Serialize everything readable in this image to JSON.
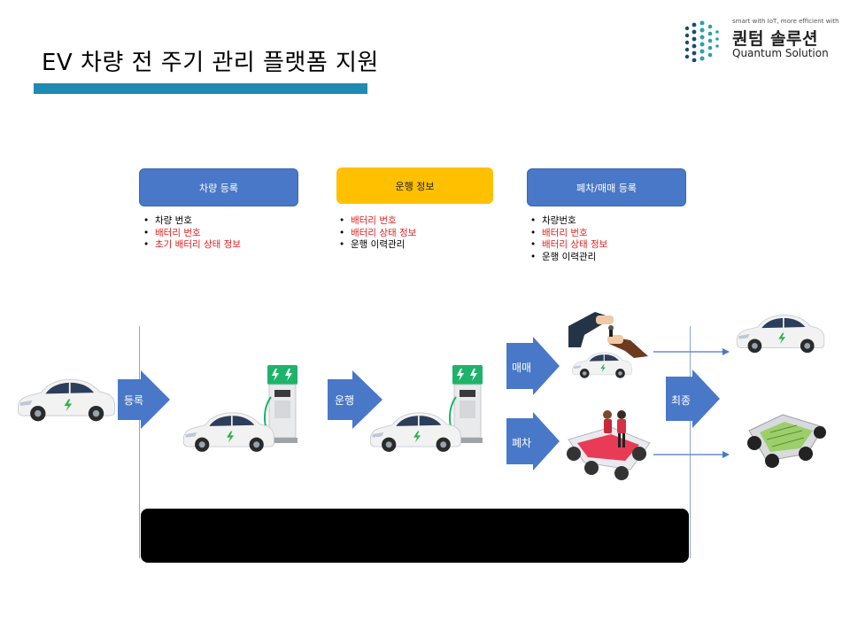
{
  "slide": {
    "title": "EV 차량 전 주기 관리 플랫폼 지원"
  },
  "logo": {
    "tagline": "smart with IoT, more efficient with",
    "name_ko": "퀀텀 솔루션",
    "name_en": "Quantum Solution",
    "colors": {
      "dark": "#1a4c6e",
      "teal": "#2aa2a8"
    }
  },
  "stages": [
    {
      "label": "차량 등록",
      "color": "#4a78c8",
      "bullets": [
        {
          "text": "차량 번호",
          "highlight": false
        },
        {
          "text": "배터리 번호",
          "highlight": true
        },
        {
          "text": "초기 배터리 상태 정보",
          "highlight": true
        }
      ]
    },
    {
      "label": "운행 정보",
      "color": "#ffc000",
      "bullets": [
        {
          "text": "배터리 번호",
          "highlight": true
        },
        {
          "text": "배터리 상태 정보",
          "highlight": true
        },
        {
          "text": "운행 이력관리",
          "highlight": false
        }
      ]
    },
    {
      "label": "폐차/매매 등록",
      "color": "#4a78c8",
      "bullets": [
        {
          "text": "차량번호",
          "highlight": false
        },
        {
          "text": "배터리 번호",
          "highlight": true
        },
        {
          "text": "배터리 상태 정보",
          "highlight": true
        },
        {
          "text": "운행 이력관리",
          "highlight": false
        }
      ]
    }
  ],
  "flow": {
    "register_label": "등록",
    "drive_label": "운행",
    "sale_label": "매매",
    "scrap_label": "폐차",
    "final_label": "최종"
  },
  "colors": {
    "arrow": "#4a78c8",
    "bullet_highlight": "#e02020",
    "title_bar": "#1f8ab2"
  }
}
